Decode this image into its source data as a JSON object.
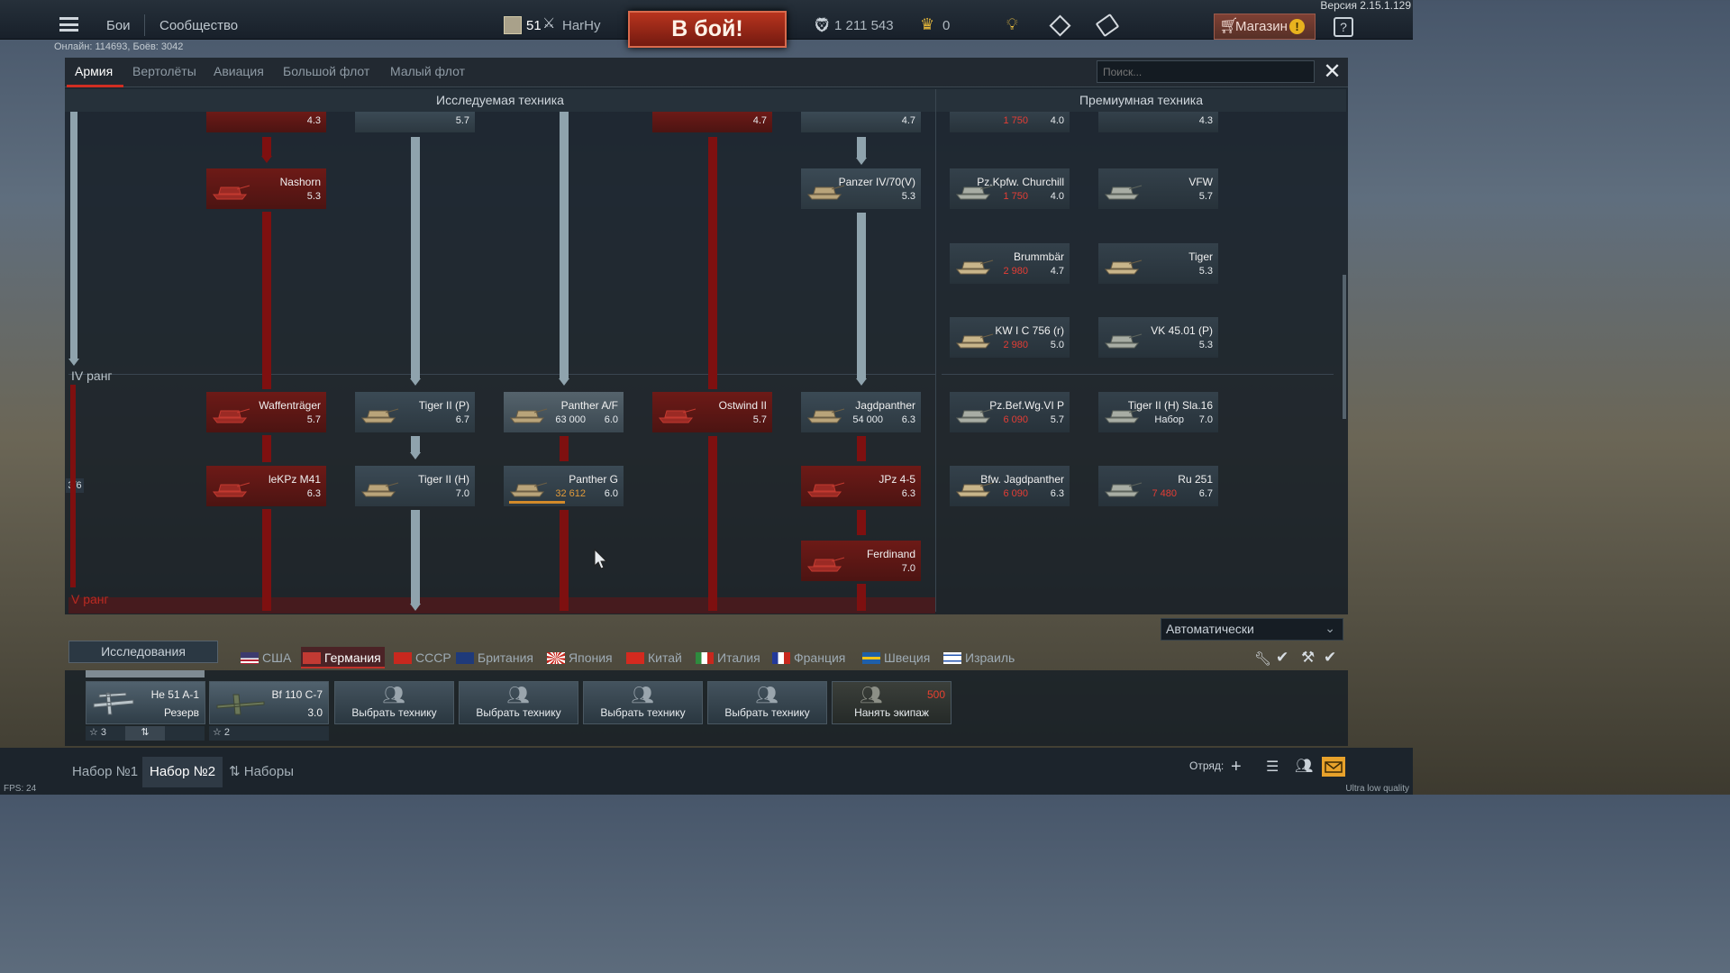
{
  "app": {
    "version": "Версия 2.15.1.129",
    "online": "Онлайн: 114693, Боёв: 3042"
  },
  "topbar": {
    "nav": [
      "Бои",
      "Сообщество"
    ],
    "player": {
      "level": "51",
      "name": "HarHy"
    },
    "battle_button": "В бой!",
    "silver_lions": "1 211 543",
    "golden_eagles": "0",
    "shop_label": "Магазин",
    "shop_badge": "!",
    "help": "?"
  },
  "tabs": [
    "Армия",
    "Вертолёты",
    "Авиация",
    "Большой флот",
    "Малый флот"
  ],
  "search_placeholder": "Поиск...",
  "close": "✕",
  "sections": {
    "researched": "Исследуемая техника",
    "premium": "Премиумная техника"
  },
  "ranks": {
    "iv": "IV ранг",
    "v": "V ранг",
    "progress": "3/6"
  },
  "tree": {
    "top_partial": [
      {
        "br": "4.3"
      },
      {
        "br": "5.7"
      },
      {
        "br": "4.7"
      },
      {
        "br": "4.7"
      }
    ],
    "cards": [
      {
        "name": "Nashorn",
        "br": "5.3"
      },
      {
        "name": "Panzer IV/70(V)",
        "br": "5.3"
      },
      {
        "name": "Waffenträger",
        "br": "5.7"
      },
      {
        "name": "Tiger II (P)",
        "br": "6.7"
      },
      {
        "name": "Panther A/F",
        "price": "63 000",
        "br": "6.0"
      },
      {
        "name": "Ostwind II",
        "br": "5.7"
      },
      {
        "name": "Jagdpanther",
        "price": "54 000",
        "br": "6.3"
      },
      {
        "name": "leKPz M41",
        "br": "6.3"
      },
      {
        "name": "Tiger II (H)",
        "br": "7.0"
      },
      {
        "name": "Panther G",
        "price": "32 612",
        "br": "6.0",
        "progress": 0.55
      },
      {
        "name": "JPz 4-5",
        "br": "6.3"
      },
      {
        "name": "Ferdinand",
        "br": "7.0"
      }
    ]
  },
  "premium": {
    "top_partial": [
      {
        "price": "1 750",
        "br": "4.0"
      },
      {
        "br": "4.3"
      }
    ],
    "cards": [
      {
        "name": "Pz.Kpfw. Churchill",
        "price": "1 750",
        "br": "4.0"
      },
      {
        "name": "VFW",
        "br": "5.7"
      },
      {
        "name": "Brummbär",
        "price": "2 980",
        "br": "4.7"
      },
      {
        "name": "Tiger",
        "br": "5.3"
      },
      {
        "name": "KW I C 756 (r)",
        "price": "2 980",
        "br": "5.0"
      },
      {
        "name": "VK 45.01 (P)",
        "br": "5.3"
      },
      {
        "name": "Pz.Bef.Wg.VI P",
        "price": "6 090",
        "br": "5.7"
      },
      {
        "name": "Tiger II (H) Sla.16",
        "price": "Набор",
        "br": "7.0"
      },
      {
        "name": "Bfw. Jagdpanther",
        "price": "6 090",
        "br": "6.3"
      },
      {
        "name": "Ru 251",
        "price": "7 480",
        "br": "6.7"
      }
    ]
  },
  "dropdown": {
    "value": "Автоматически"
  },
  "research_button": "Исследования",
  "countries": [
    "США",
    "Германия",
    "СССР",
    "Британия",
    "Япония",
    "Китай",
    "Италия",
    "Франция",
    "Швеция",
    "Израиль"
  ],
  "crew": {
    "slots": [
      {
        "name": "He 51 A-1",
        "sub": "Резерв",
        "crew": "3"
      },
      {
        "name": "Bf 110 C-7",
        "sub": "3.0",
        "crew": "2"
      },
      {
        "label": "Выбрать технику"
      },
      {
        "label": "Выбрать технику"
      },
      {
        "label": "Выбрать технику"
      },
      {
        "label": "Выбрать технику"
      },
      {
        "label": "Нанять экипаж",
        "price": "500"
      }
    ]
  },
  "presets": [
    "Набор №1",
    "Набор №2",
    "Наборы"
  ],
  "squad_label": "Отряд:",
  "fps": "FPS: 24",
  "quality": "Ultra low quality",
  "colors": {
    "researched_red": "#6d1a17",
    "available_gray": "#3b4a55",
    "accent_red": "#d02e22",
    "gold": "#e8b21e"
  }
}
